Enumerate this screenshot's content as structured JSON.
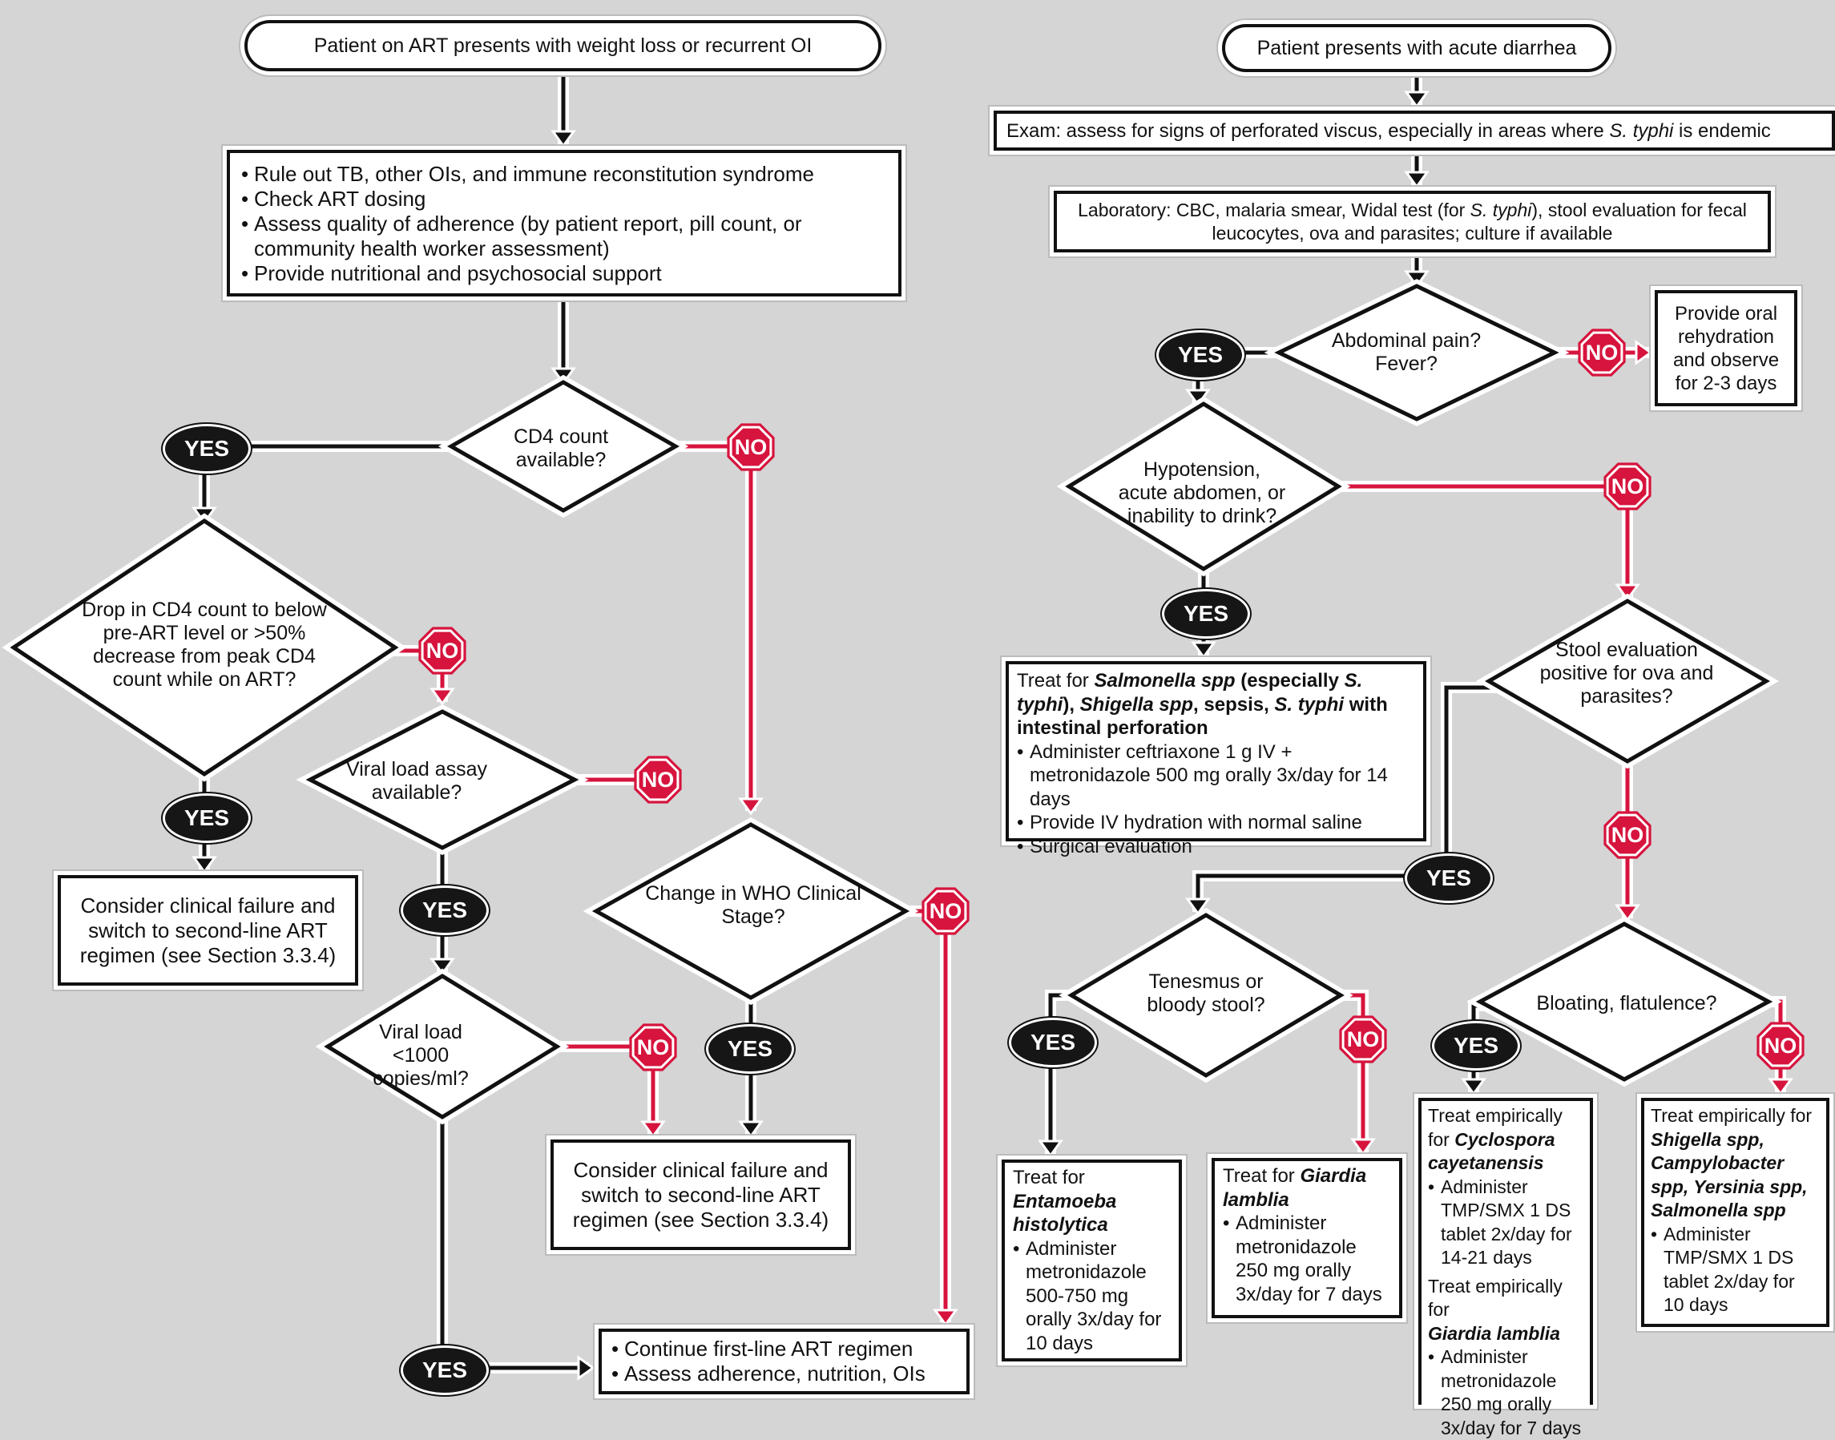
{
  "left": {
    "start": "Patient on ART presents with weight loss or recurrent OI",
    "initial_steps": [
      "Rule out TB, other OIs, and immune reconstitution syndrome",
      "Check ART dosing",
      "Assess quality of adherence (by patient report, pill count, or community health worker assessment)",
      "Provide nutritional and psychosocial support"
    ],
    "q_cd4": "CD4 count available?",
    "q_drop": "Drop in CD4 count to below pre-ART level or >50% decrease from peak CD4 count while on ART?",
    "q_vl_assay": "Viral load assay available?",
    "q_who": "Change in WHO Clinical Stage?",
    "q_vl_1000": "Viral load <1000 copies/ml?",
    "failure_1": "Consider clinical failure and switch to second-line ART regimen (see Section 3.3.4)",
    "failure_2": "Consider clinical failure and switch to second-line ART regimen (see Section 3.3.4)",
    "continue": [
      "Continue first-line ART regimen",
      "Assess adherence, nutrition, OIs"
    ]
  },
  "right": {
    "start": "Patient presents with acute diarrhea",
    "exam_prefix": "Exam: assess for signs of perforated viscus, especially in areas where ",
    "exam_organism": "S. typhi",
    "exam_suffix": " is endemic",
    "lab_1": "Laboratory: CBC, malaria smear, Widal test (for ",
    "lab_organism": "S. typhi",
    "lab_2": "), stool evaluation for fecal leucocytes, ova and parasites; culture if available",
    "q_pain": "Abdominal pain? Fever?",
    "oral_rehydration": "Provide oral rehydration and observe for 2-3 days",
    "q_hypotension": "Hypotension, acute abdomen, or inability to drink?",
    "salmonella": {
      "t1": "Treat for ",
      "o1": "Salmonella spp",
      "t2": " (especially ",
      "o2": "S. typhi",
      "t3": "), ",
      "o3": "Shigella spp",
      "t4": ", sepsis, ",
      "o4": "S. typhi",
      "t5": " with intestinal perforation",
      "items": [
        "Administer ceftriaxone 1 g IV + metronidazole 500 mg orally 3x/day for 14 days",
        "Provide IV hydration with normal saline",
        "Surgical evaluation"
      ]
    },
    "q_stool": "Stool evaluation positive for ova and parasites?",
    "q_tenesmus": "Tenesmus or bloody stool?",
    "q_bloating": "Bloating, flatulence?",
    "entamoeba": {
      "lead": "Treat for",
      "organism": "Entamoeba histolytica",
      "item": "Administer metronidazole 500-750 mg orally 3x/day for 10 days"
    },
    "giardia": {
      "lead": "Treat for ",
      "organism": "Giardia lamblia",
      "item": "Administer metronidazole 250 mg orally 3x/day for 7 days"
    },
    "cyclospora": {
      "lead": "Treat empirically for ",
      "organism": "Cyclospora cayetanensis",
      "item": "Administer TMP/SMX 1 DS tablet 2x/day for 14-21 days",
      "lead2": "Treat empirically for",
      "organism2": "Giardia lamblia",
      "item2": "Administer metronidazole 250 mg orally 3x/day for 7 days"
    },
    "shigella": {
      "lead": "Treat empirically for ",
      "organism": "Shigella spp, Campylobacter spp, Yersinia spp, Salmonella spp",
      "item": "Administer TMP/SMX 1 DS tablet 2x/day for 10 days"
    }
  },
  "labels": {
    "yes": "YES",
    "no": "NO"
  },
  "colors": {
    "no_line": "#d6143d",
    "yes_line": "#111111",
    "background": "#d5d5d5"
  }
}
